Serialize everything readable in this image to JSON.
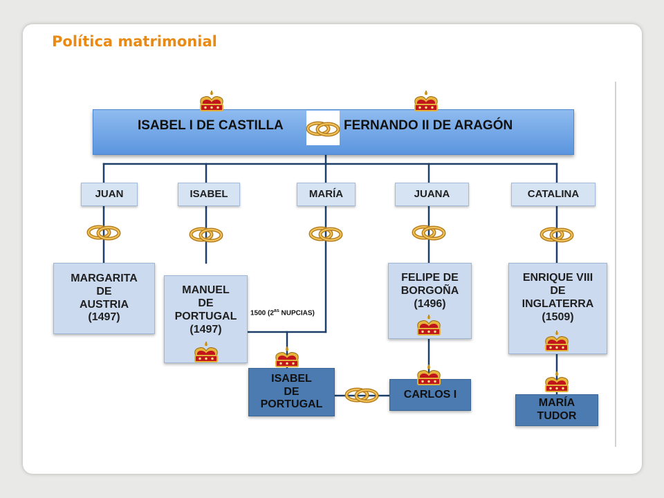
{
  "slide": {
    "title": "Política matrimonial"
  },
  "parents": {
    "mother": "ISABEL I DE CASTILLA",
    "father": "FERNANDO II DE ARAGÓN"
  },
  "children": [
    {
      "label": "JUAN"
    },
    {
      "label": "ISABEL"
    },
    {
      "label": "MARÍA"
    },
    {
      "label": "JUANA"
    },
    {
      "label": "CATALINA"
    }
  ],
  "spouses": {
    "margarita": [
      "MARGARITA",
      "DE",
      "AUSTRIA",
      "(1497)"
    ],
    "manuel": [
      "MANUEL",
      "DE",
      "PORTUGAL",
      "(1497)"
    ],
    "felipe": [
      "FELIPE DE",
      "BORGOÑA",
      "(1496)"
    ],
    "enrique": [
      "ENRIQUE VIII",
      "DE",
      "INGLATERRA",
      "(1509)"
    ]
  },
  "grandchildren": {
    "isabel_portugal": [
      "ISABEL",
      "DE",
      "PORTUGAL"
    ],
    "carlos": "CARLOS I",
    "maria_tudor": [
      "MARÍA",
      "TUDOR"
    ]
  },
  "note": {
    "prefix": "1500 (2",
    "sup": "as",
    "suffix": " NUPCIAS)"
  },
  "icons": [
    "crown-icon",
    "wedding-rings-icon"
  ],
  "colors": {
    "title": "#e98a14",
    "parents_bar": "#6fa3e6",
    "child_box": "#d6e3f2",
    "spouse_box": "#cbdaee",
    "grandchild_box": "#4b7bb0",
    "ring_gold": "#d9a23a",
    "crown_red": "#c0151b"
  }
}
